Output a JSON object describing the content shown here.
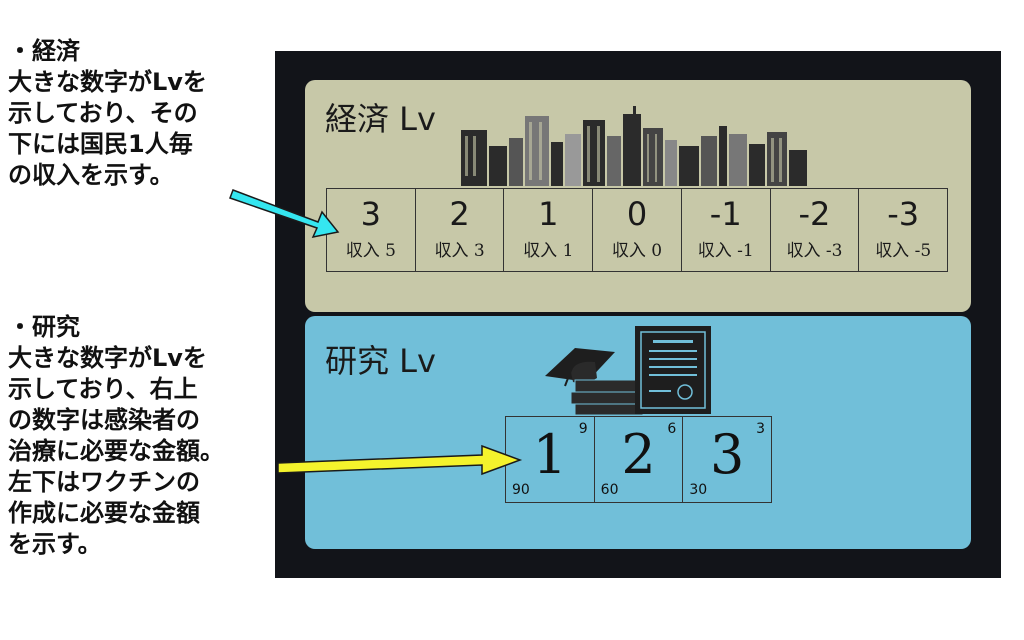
{
  "annotations": {
    "economy": "・経済\n大きな数字がLvを\n示しており、その\n下には国民1人毎\nの収入を示す。",
    "research": "・研究\n大きな数字がLvを\n示しており、右上\nの数字は感染者の\n治療に必要な金額。\n左下はワクチンの\n作成に必要な金額\nを示す。"
  },
  "economy": {
    "title": "経済 Lv",
    "levels": [
      {
        "level": "3",
        "income": "収入 5"
      },
      {
        "level": "2",
        "income": "収入 3"
      },
      {
        "level": "1",
        "income": "収入 1"
      },
      {
        "level": "0",
        "income": "収入 0"
      },
      {
        "level": "-1",
        "income": "収入 -1"
      },
      {
        "level": "-2",
        "income": "収入 -3"
      },
      {
        "level": "-3",
        "income": "収入 -5"
      }
    ]
  },
  "research": {
    "title": "研究 Lv",
    "levels": [
      {
        "level": "1",
        "cure_cost": "9",
        "vaccine_cost": "90"
      },
      {
        "level": "2",
        "cure_cost": "6",
        "vaccine_cost": "60"
      },
      {
        "level": "3",
        "cure_cost": "3",
        "vaccine_cost": "30"
      }
    ]
  },
  "icons": {
    "economy_illustration": "city-skyline-icon",
    "research_illustration": "graduation-diploma-icon",
    "economy_arrow": "cyan-arrow-icon",
    "research_arrow": "yellow-arrow-icon"
  },
  "colors": {
    "board": "#121419",
    "economy_panel": "#c7c8a8",
    "research_panel": "#71bfd9",
    "economy_arrow": "#35e6f0",
    "research_arrow": "#f4f32c"
  }
}
